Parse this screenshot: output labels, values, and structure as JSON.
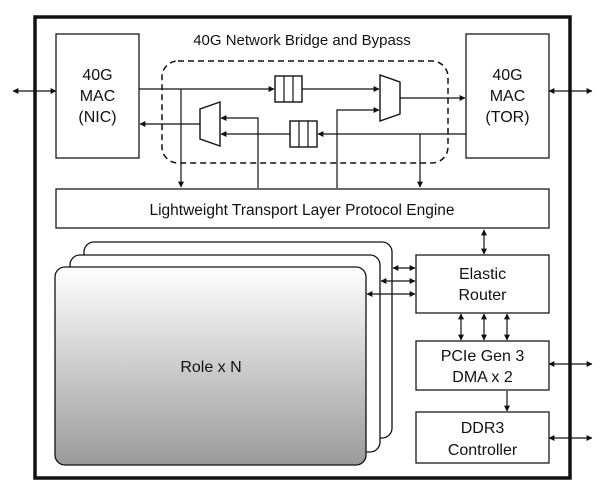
{
  "bridge_title": "40G Network Bridge and Bypass",
  "mac_nic": {
    "line1": "40G",
    "line2": "MAC",
    "line3": "(NIC)"
  },
  "mac_tor": {
    "line1": "40G",
    "line2": "MAC",
    "line3": "(TOR)"
  },
  "transport_engine": "Lightweight Transport Layer Protocol Engine",
  "role": "Role x N",
  "elastic_router": {
    "line1": "Elastic",
    "line2": "Router"
  },
  "pcie_dma": {
    "line1": "PCIe Gen 3",
    "line2": "DMA x 2"
  },
  "ddr3": {
    "line1": "DDR3",
    "line2": "Controller"
  },
  "colors": {
    "line": "#111111",
    "background": "#ffffff",
    "role_top": "#ffffff",
    "role_bottom": "#9a9a9a"
  }
}
